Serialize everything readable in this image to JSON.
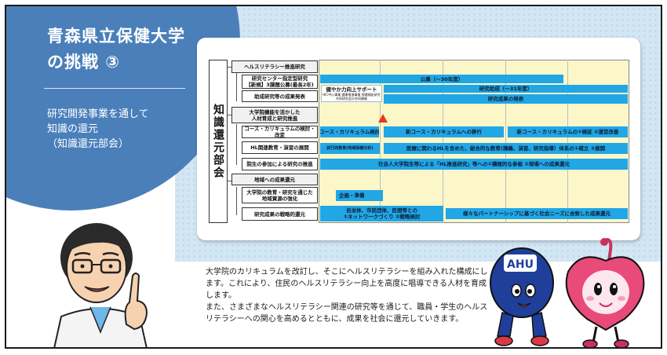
{
  "header": {
    "title_line1": "青森県立保健大学",
    "title_line2": "の挑戦 ③",
    "subtitle_line1": "研究開発事業を通して",
    "subtitle_line2": "知識の還元",
    "subtitle_line3": "（知識還元部会）"
  },
  "chart": {
    "side_title": "知識還元部会",
    "rows": [
      {
        "label": "ヘルスリテラシー推進研究",
        "type": "head"
      },
      {
        "label": "研究センター指定型研究\n【新規】3課題公募(最長2年)",
        "type": "sub"
      },
      {
        "label": "助成研究等の成果発表",
        "type": "sub"
      },
      {
        "label": "大学院機能を活かした\n人材育成と研究推進",
        "type": "head"
      },
      {
        "label": "コース・カリキュラムの検討・改変",
        "type": "sub"
      },
      {
        "label": "HL関連教育・演習の展開",
        "type": "sub"
      },
      {
        "label": "院生の参加による研究の推進",
        "type": "sub"
      },
      {
        "label": "地域への成果還元",
        "type": "head"
      },
      {
        "label": "大学院の教育・研究を通じた\n地域資源の強化",
        "type": "sub"
      },
      {
        "label": "研究成果の戦略的還元",
        "type": "sub"
      }
    ],
    "bars": {
      "koubo": "公募（～30年度）",
      "sukoyaka": "健やか力向上サポート",
      "sukoyaka_sub": "HIC中心事業 健康推進事業 保健福祉研究 共同研究会の合同開催",
      "kenkyu_josei": "研究助成（～31年度）",
      "seika_happyo": "研究成果の発表",
      "course_kento": "コース・カリキュラム検討",
      "new_course_iko": "新コース・カリキュラムへの移行",
      "new_course_kensho": "新コース・カリキュラムの①検証 ②運営改善",
      "shiko_kyoiku": "試行的教育(地域保健分析)",
      "iryo_hl": "医療に関わるHLを含めた、総合的な教育(講義、演習、研究指導）体系の①確立 ②展開",
      "shakaijin": "社会人大学院生等による「HL推進研究」等への①積極的な参画 ②現場への成果還元",
      "kikaku": "企画・準備",
      "jichitai": "自治体、市民団体、民間等との\n①ネットワークづくり ②戦略検討",
      "partnership": "様々なパートナーシップに基づく社会ニーズに合致した成果還元"
    }
  },
  "description": {
    "p1": "大学院のカリキュラムを改訂し、そこにヘルスリテラシーを組み入れた構成にします。これにより、住民のヘルスリテラシー向上を高度に唱導できる人材を育成します。",
    "p2": "また、さまざまなヘルスリテラシー関連の研究等を通じて、職員・学生のヘルスリテラシーへの関心を高めるとともに、成果を社会に還元していきます。"
  },
  "colors": {
    "circle": "#4a7fba",
    "bar": "#21a6e6",
    "grid_bg": "#fbf7c8",
    "marker": "#e8381a"
  },
  "icons": {
    "professor": "professor-pointing-illustration",
    "mascot_blue": "blue-mascot-character",
    "mascot_pink": "pink-apple-mascot-character"
  }
}
